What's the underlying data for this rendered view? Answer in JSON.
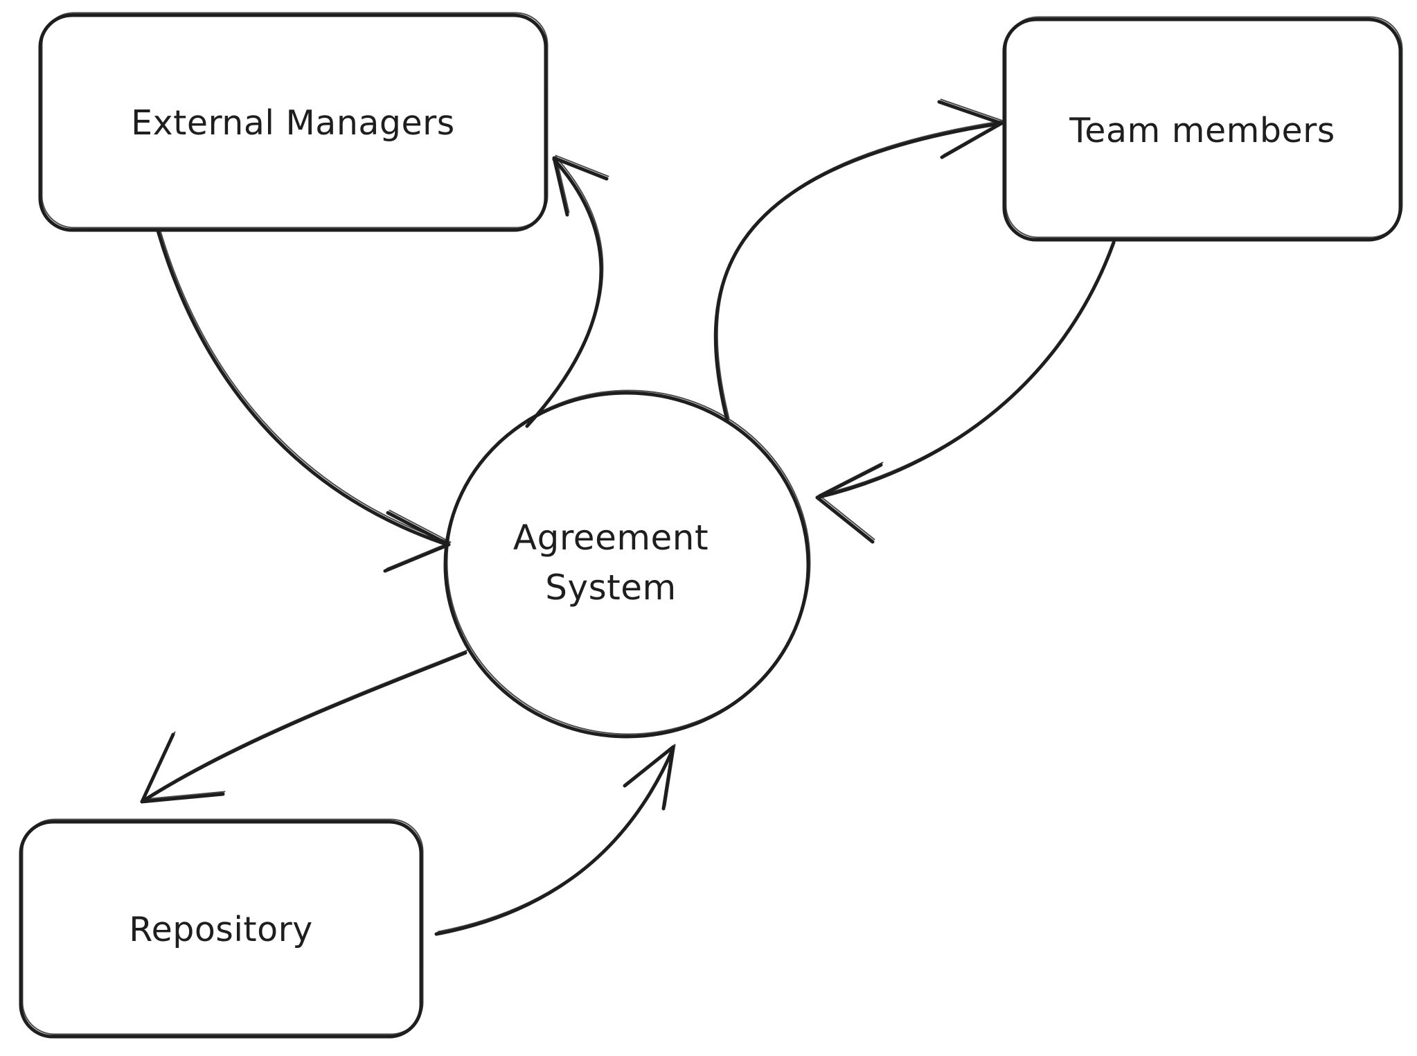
{
  "diagram": {
    "type": "hand-drawn-flow-sketch",
    "background_color": "#ffffff",
    "stroke_color": "#1e1e1e",
    "nodes": [
      {
        "id": "external-managers",
        "shape": "rounded-rectangle",
        "label": "External Managers"
      },
      {
        "id": "team-members",
        "shape": "rounded-rectangle",
        "label": "Team members"
      },
      {
        "id": "agreement-system",
        "shape": "circle",
        "label": "Agreement System",
        "label_lines": [
          "Agreement",
          "System"
        ]
      },
      {
        "id": "repository",
        "shape": "rounded-rectangle",
        "label": "Repository"
      }
    ],
    "edges": [
      {
        "from": "external-managers",
        "to": "agreement-system",
        "style": "curved-sketch-arrow"
      },
      {
        "from": "agreement-system",
        "to": "external-managers",
        "style": "curved-sketch-arrow"
      },
      {
        "from": "agreement-system",
        "to": "team-members",
        "style": "curved-sketch-arrow"
      },
      {
        "from": "team-members",
        "to": "agreement-system",
        "style": "curved-sketch-arrow"
      },
      {
        "from": "agreement-system",
        "to": "repository",
        "style": "curved-sketch-arrow"
      },
      {
        "from": "repository",
        "to": "agreement-system",
        "style": "curved-sketch-arrow"
      }
    ]
  }
}
